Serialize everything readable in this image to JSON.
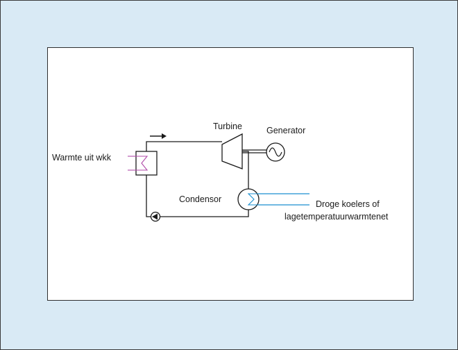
{
  "labels": {
    "heat_source": "Warmte uit wkk",
    "turbine": "Turbine",
    "generator": "Generator",
    "condenser": "Condensor",
    "cooler_line1": "Droge koelers of",
    "cooler_line2": "lagetemperatuurwarmtenet"
  },
  "colors": {
    "background_panel": "#d9eaf5",
    "line": "#1a1a1a",
    "heat_exchanger_coil": "#b04aa8",
    "cooling_coil": "#1a8fd0",
    "cooling_lines": "#1a8fd0"
  },
  "icons": {
    "flow_direction": "arrow-right-icon",
    "pump": "pump-icon",
    "generator": "sine-wave-icon"
  }
}
